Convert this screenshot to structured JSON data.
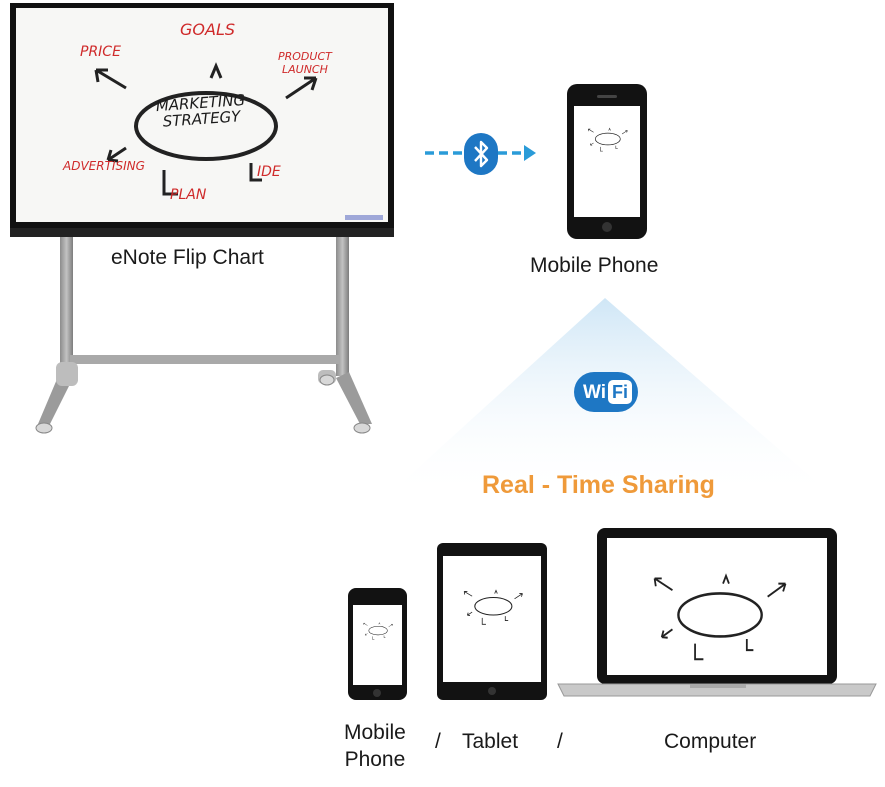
{
  "board": {
    "caption": "eNote Flip Chart",
    "sketch": {
      "center": [
        "MARKETING",
        "STRATEGY"
      ],
      "goals": "GOALS",
      "price": "PRICE",
      "product": [
        "PRODUCT",
        "LAUNCH"
      ],
      "advertising": "ADVERTISING",
      "plan": "PLAN",
      "idea": "IDE"
    }
  },
  "bluetooth": {
    "icon": "bluetooth-icon",
    "color": "#1e77c4"
  },
  "receiver": {
    "caption": "Mobile Phone"
  },
  "wifi": {
    "icon": "wifi-badge-icon",
    "label_left": "Wi",
    "label_right": "Fi",
    "color": "#1e77c4"
  },
  "sharing": {
    "headline": "Real - Time Sharing",
    "color": "#ef9a3a"
  },
  "devices": {
    "phone_label": [
      "Mobile",
      "Phone"
    ],
    "separator_1": "/",
    "tablet_label": "Tablet",
    "separator_2": "/",
    "computer_label": "Computer"
  }
}
